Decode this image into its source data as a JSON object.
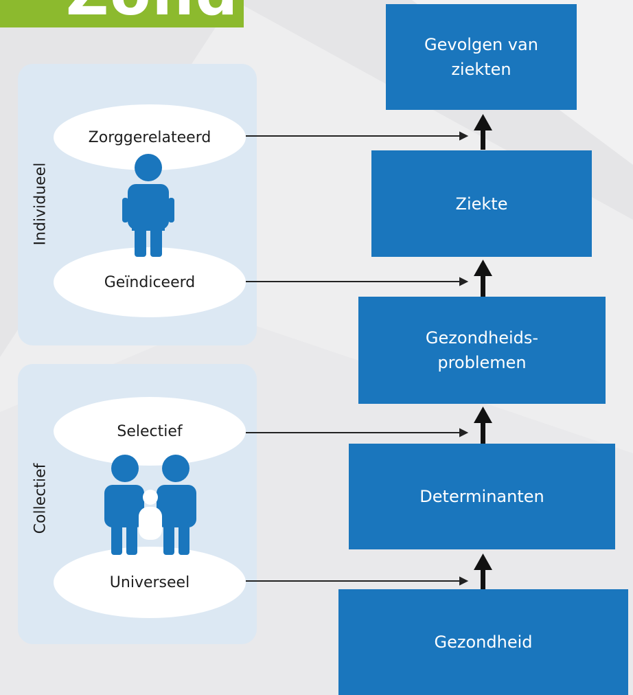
{
  "header": {
    "title_fragment": "Zondheid..."
  },
  "colors": {
    "accent_green": "#8cba2e",
    "box_blue": "#1a76bd",
    "panel_blue": "#dce8f3",
    "person_blue": "#1a76bd"
  },
  "groups": {
    "individual": {
      "label": "Individueel",
      "top": "Zorggerelateerd",
      "bottom": "Geïndiceerd",
      "icon": "person-icon"
    },
    "collective": {
      "label": "Collectief",
      "top": "Selectief",
      "bottom": "Universeel",
      "icon": "family-icon"
    }
  },
  "chain": {
    "consequences": "Gevolgen van\nziekten",
    "disease": "Ziekte",
    "problems": "Gezondheids-\nproblemen",
    "determinants": "Determinanten",
    "health": "Gezondheid"
  }
}
